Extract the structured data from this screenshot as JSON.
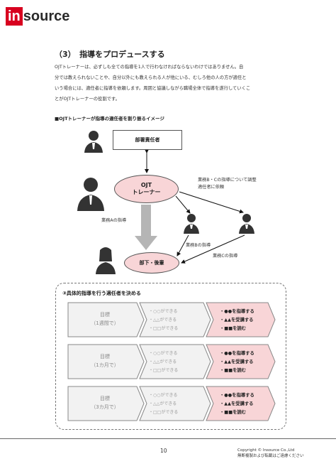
{
  "logo": {
    "part1": "in",
    "part2": "source"
  },
  "section_title": "（3）　指導をプロデュースする",
  "body_lines": [
    "OJTトレーナーは、必ずしも全ての指導を1人で行わなければならないわけではありません。自",
    "分では教えられないことや、自分以外にも教えられる人が他にいる、むしろ他の人の方が適任と",
    "いう場合には、適任者に指導を依頼します。周囲と協議しながら職場全体で指導を遂行していくこ",
    "とがOJTトレーナーの役割です。"
  ],
  "diagram_caption": "■OJTトレーナーが指導の適任者を割り振るイメージ",
  "diagram": {
    "manager": "部署責任者",
    "ojt_line1": "OJT",
    "ojt_line2": "トレーナー",
    "subordinate": "部下・後輩",
    "note_request_line1": "業務B・Cの指導について調整",
    "note_request_line2": "適任者に依頼",
    "note_a": "業務Aの指導",
    "note_b": "業務Bの指導",
    "note_c": "業務Cの指導"
  },
  "goals_section": {
    "title": "③具体的指導を行う適任者を決める",
    "rows": [
      {
        "label_line1": "目標",
        "label_line2": "（1週間で）",
        "mid": [
          "・○○ができる",
          "・△△ができる",
          "・□□ができる"
        ],
        "right": [
          "・●●を指導する",
          "・▲▲を受講する",
          "・■■を読む"
        ]
      },
      {
        "label_line1": "目標",
        "label_line2": "（1カ月で）",
        "mid": [
          "・○○ができる",
          "・△△ができる",
          "・□□ができる"
        ],
        "right": [
          "・●●を指導する",
          "・▲▲を受講する",
          "・■■を読む"
        ]
      },
      {
        "label_line1": "目標",
        "label_line2": "（3カ月で）",
        "mid": [
          "・○○ができる",
          "・△△ができる",
          "・□□ができる"
        ],
        "right": [
          "・●●を指導する",
          "・▲▲を受講する",
          "・■■を読む"
        ]
      }
    ]
  },
  "footer": {
    "page_number": "10",
    "copyright_line1": "Copyright © Insource Co.,Ltd",
    "copyright_line2": "無断複製および転載はご遠慮ください"
  },
  "colors": {
    "brand_red": "#d8001f",
    "pink_fill": "#f8d5d7",
    "arrow_gray": "#b5b5b5",
    "chevron_gray": "#f2f2f2"
  }
}
